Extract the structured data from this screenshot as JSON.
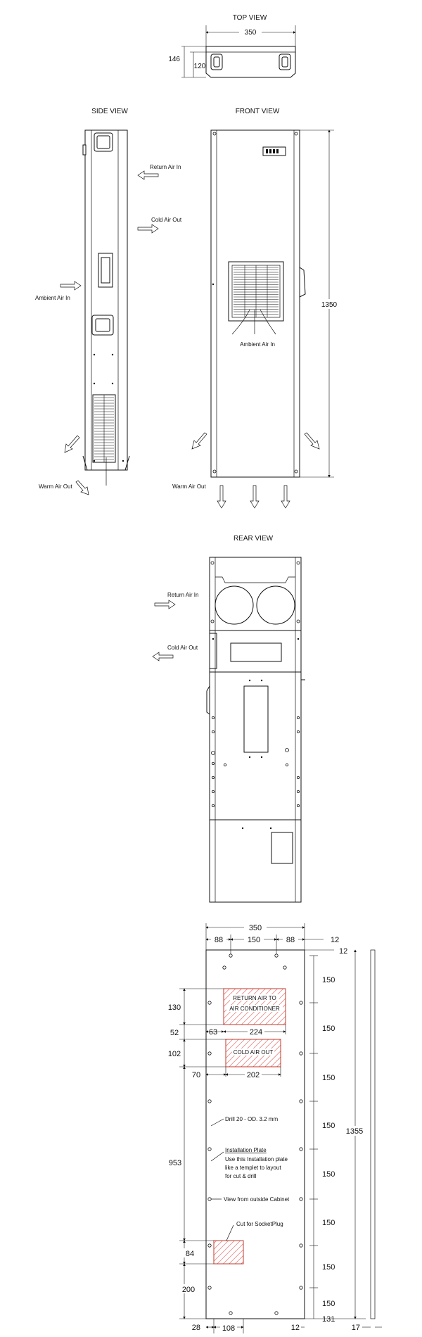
{
  "views": {
    "top": "TOP VIEW",
    "side": "SIDE VIEW",
    "front": "FRONT VIEW",
    "rear": "REAR VIEW"
  },
  "top_dims": {
    "width": "350",
    "depth_a": "146",
    "depth_b": "120"
  },
  "front_dims": {
    "height": "1350"
  },
  "airflow": {
    "return_air_in": "Return Air In",
    "cold_air_out": "Cold Air Out",
    "ambient_air_in": "Ambient Air In",
    "warm_air_out": "Warm Air Out"
  },
  "cutout": {
    "return_air_box": [
      "RETURN AIR TO",
      "AIR CONDITIONER"
    ],
    "cold_air_box": "COLD AIR OUT",
    "drill_note": "Drill 20 - OD.  3.2 mm",
    "plate_title": "Installation Plate",
    "plate_note": [
      "Use this Installation plate",
      "like a templet to layout",
      "for cut & drill"
    ],
    "view_note": "View from outside Cabinet",
    "socket_note": "Cut for SocketPlug"
  },
  "cut_dims": {
    "overall_width": "350",
    "left_hole_offset": "88",
    "hole_spacing": "150",
    "right_hole_offset": "88",
    "top_margin": "12",
    "top_margin_right": "12",
    "pitch": [
      "150",
      "150",
      "150",
      "150",
      "150",
      "150",
      "150",
      "150",
      "131"
    ],
    "return_height": "130",
    "return_left": "63",
    "return_width": "224",
    "gap": "52",
    "cold_height": "102",
    "cold_left": "70",
    "cold_width": "202",
    "long_span": "953",
    "socket_height": "84",
    "socket_bottom": "200",
    "overall_height": "1355",
    "bottom_left": "28",
    "socket_width": "108",
    "bottom_margin": "12",
    "plate_thickness": "17"
  },
  "colors": {
    "line": "#111111",
    "hatch": "#c0392b",
    "background": "#ffffff"
  }
}
